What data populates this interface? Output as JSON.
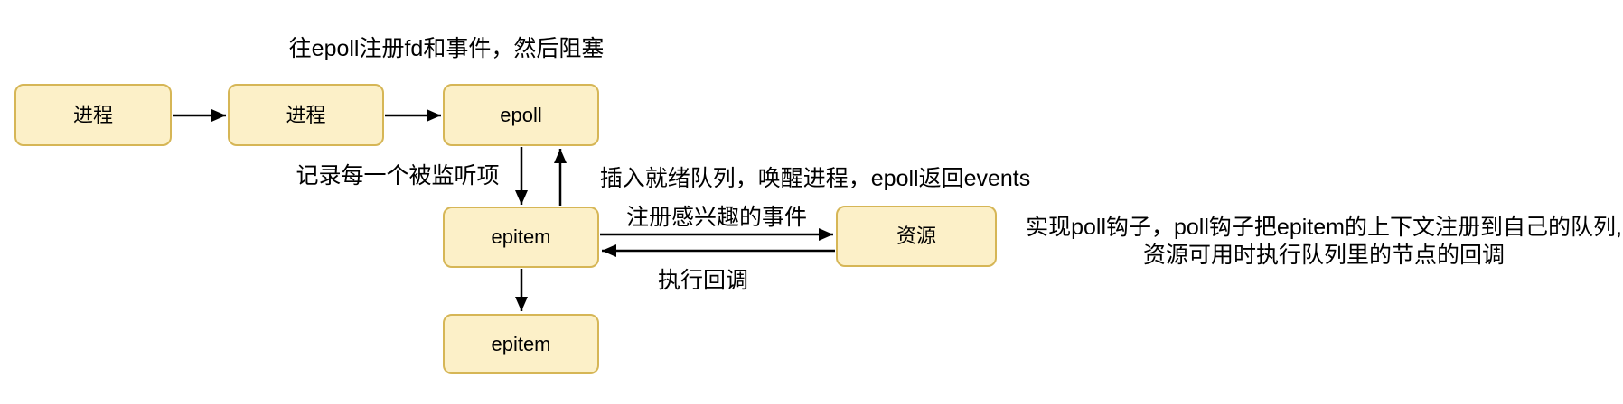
{
  "diagram": {
    "colors": {
      "background": "#FFFFFF",
      "node_fill": "#FCF0C8",
      "node_border": "#D6B656",
      "arrow": "#000000",
      "text": "#000000"
    },
    "nodes": {
      "process1": {
        "label": "进程"
      },
      "process2": {
        "label": "进程"
      },
      "epoll": {
        "label": "epoll"
      },
      "epitem1": {
        "label": "epitem"
      },
      "resource": {
        "label": "资源"
      },
      "epitem2": {
        "label": "epitem"
      }
    },
    "annotations": {
      "register_fd": "往epoll注册fd和事件，然后阻塞",
      "record_watch": "记录每一个被监听项",
      "ready_queue": "插入就绪队列，唤醒进程，epoll返回events",
      "register_interest": "注册感兴趣的事件",
      "run_callback": "执行回调",
      "poll_hook_line1": "实现poll钩子，poll钩子把epitem的上下文注册到自己的队列,",
      "poll_hook_line2": "资源可用时执行队列里的节点的回调"
    },
    "edges": [
      {
        "from": "process1",
        "to": "process2"
      },
      {
        "from": "process2",
        "to": "epoll"
      },
      {
        "from": "epoll",
        "to": "epitem1"
      },
      {
        "from": "epitem1",
        "to": "epoll"
      },
      {
        "from": "epitem1",
        "to": "resource",
        "label": "注册感兴趣的事件"
      },
      {
        "from": "resource",
        "to": "epitem1",
        "label": "执行回调"
      },
      {
        "from": "epitem1",
        "to": "epitem2"
      }
    ]
  }
}
